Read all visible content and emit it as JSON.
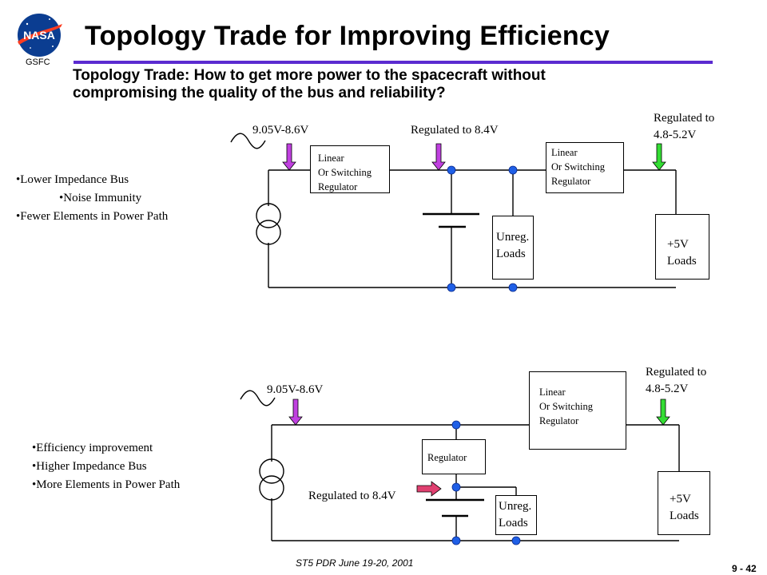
{
  "header": {
    "title": "Topology Trade for Improving Efficiency",
    "org": "GSFC",
    "logo_text": "NASA",
    "subtitle_line1": "Topology Trade: How to get more power to the spacecraft without",
    "subtitle_line2": "compromising the quality of the bus and reliability?"
  },
  "top_diagram": {
    "input_voltage": "9.05V-8.6V",
    "mid_label": "Regulated to 8.4V",
    "out_label_line1": "Regulated to",
    "out_label_line2": "4.8-5.2V",
    "reg1": [
      "Linear",
      "Or Switching",
      "Regulator"
    ],
    "reg2": [
      "Linear",
      "Or Switching",
      "Regulator"
    ],
    "unreg_loads": [
      "Unreg.",
      "Loads"
    ],
    "plus5_loads": [
      "+5V",
      "Loads"
    ],
    "bullets": [
      "Lower Impedance Bus",
      "Noise Immunity",
      "Fewer Elements in Power Path"
    ]
  },
  "bottom_diagram": {
    "input_voltage": "9.05V-8.6V",
    "mid_label": "Regulated to 8.4V",
    "out_label_line1": "Regulated to",
    "out_label_line2": "4.8-5.2V",
    "reg_small": "Regulator",
    "reg_big": [
      "Linear",
      "Or Switching",
      "Regulator"
    ],
    "unreg_loads": [
      "Unreg.",
      "Loads"
    ],
    "plus5_loads": [
      "+5V",
      "Loads"
    ],
    "bullets": [
      "Efficiency improvement",
      "Higher Impedance Bus",
      "More Elements in Power Path"
    ]
  },
  "footer": {
    "text": "ST5 PDR June 19-20, 2001",
    "page": "9 - 42"
  },
  "colors": {
    "title_rule": "#5b2bd0",
    "arrow_magenta": "#c040e0",
    "arrow_green": "#33dd33",
    "arrow_pink": "#e04070",
    "node_blue": "#1f5fe6"
  }
}
